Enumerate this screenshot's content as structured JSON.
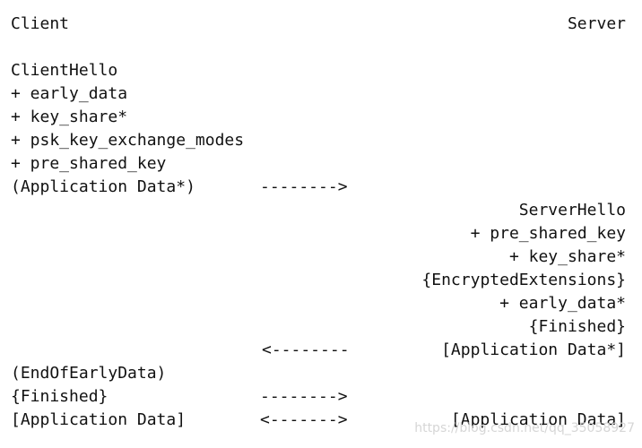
{
  "header": {
    "client": "Client",
    "server": "Server"
  },
  "client_hello": {
    "title": "ClientHello",
    "extensions": [
      "+ early_data",
      "+ key_share*",
      "+ psk_key_exchange_modes",
      "+ pre_shared_key"
    ],
    "app_data": "(Application Data*)",
    "arrow": "-------->"
  },
  "server_hello": {
    "title": "ServerHello",
    "lines": [
      "+ pre_shared_key",
      "+ key_share*",
      "{EncryptedExtensions}",
      "+ early_data*",
      "{Finished}",
      "[Application Data*]"
    ],
    "arrow": "<--------"
  },
  "client_final": {
    "lines": [
      "(EndOfEarlyData)",
      "{Finished}",
      "[Application Data]"
    ],
    "finished_arrow": "-------->",
    "app_arrow": "<------->",
    "server_app_data": "[Application Data]"
  },
  "watermark": "https://blog.csdn.net/qq_35058927"
}
